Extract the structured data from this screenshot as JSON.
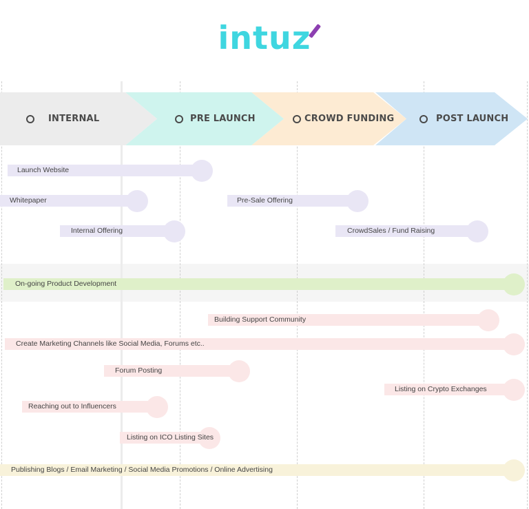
{
  "logo": {
    "text_main": "intu",
    "text_end": "z",
    "color": "#3fd6e0",
    "pen_color": "#8d3fb1"
  },
  "phases": [
    {
      "label": "INTERNAL",
      "color": "#ececec"
    },
    {
      "label": "PRE LAUNCH",
      "color": "#cff4ee"
    },
    {
      "label": "CROWD FUNDING",
      "color": "#fdebd3"
    },
    {
      "label": "POST LAUNCH",
      "color": "#cfe5f5"
    }
  ],
  "colors": {
    "purple": "#e9e6f5",
    "green": "#dff0c9",
    "pink": "#fbe7e7",
    "yellow": "#f8f2da"
  },
  "tasks": [
    {
      "label": "Launch Website",
      "color": "purple"
    },
    {
      "label": "Whitepaper",
      "color": "purple"
    },
    {
      "label": "Pre-Sale Offering",
      "color": "purple"
    },
    {
      "label": "Internal Offering",
      "color": "purple"
    },
    {
      "label": "CrowdSales / Fund Raising",
      "color": "purple"
    },
    {
      "label": "On-going Product Development",
      "color": "green"
    },
    {
      "label": "Building Support Community",
      "color": "pink"
    },
    {
      "label": "Create Marketing Channels like Social Media, Forums etc..",
      "color": "pink"
    },
    {
      "label": "Forum Posting",
      "color": "pink"
    },
    {
      "label": "Listing on Crypto Exchanges",
      "color": "pink"
    },
    {
      "label": "Reaching out to Influencers",
      "color": "pink"
    },
    {
      "label": "Listing on ICO Listing Sites",
      "color": "pink"
    },
    {
      "label": "Publishing Blogs / Email Marketing / Social Media Promotions / Online Advertising",
      "color": "yellow"
    }
  ]
}
